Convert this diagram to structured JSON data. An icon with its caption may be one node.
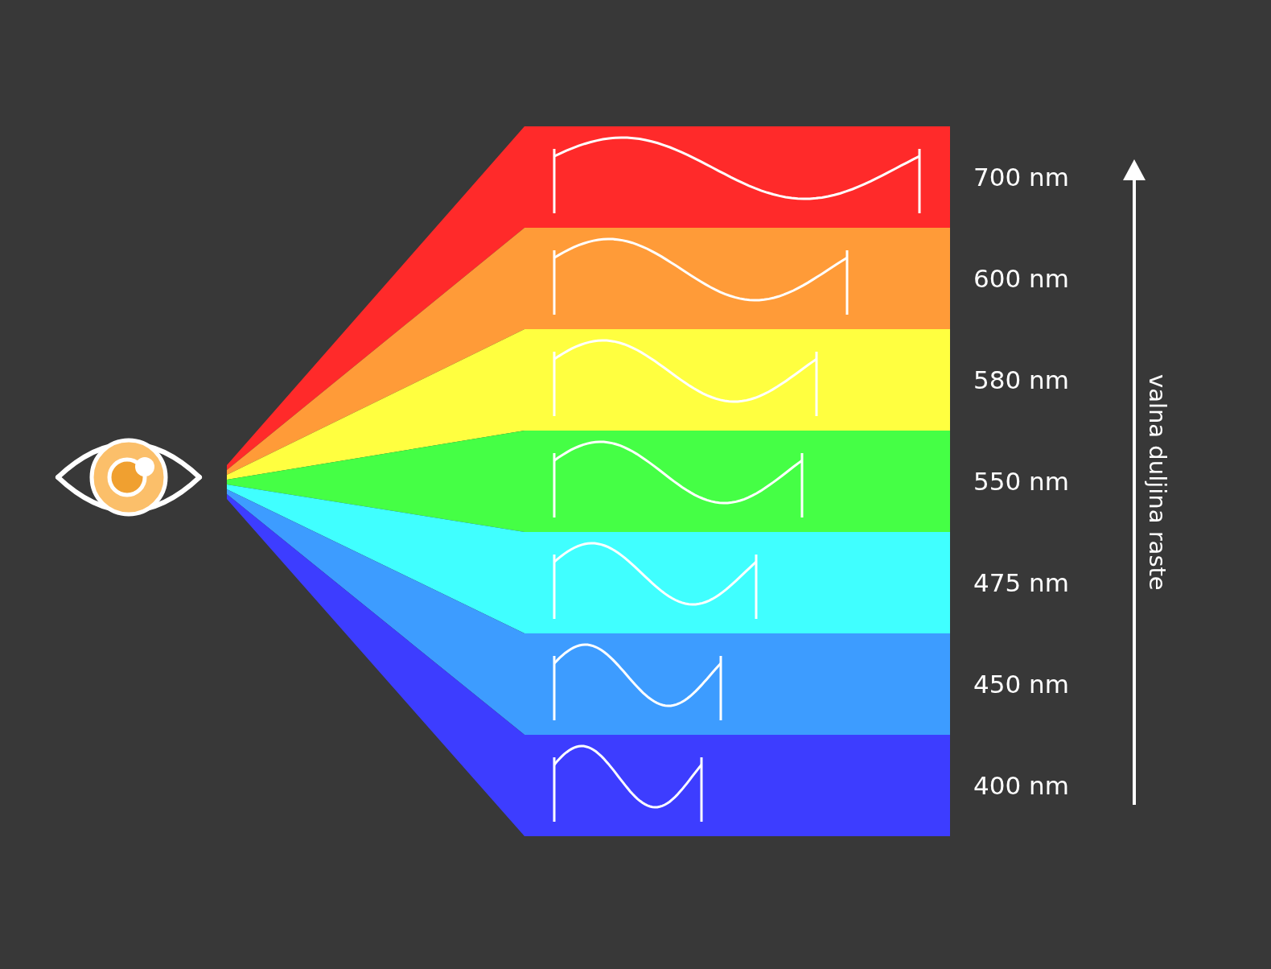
{
  "diagram": {
    "labels": [
      "700 nm",
      "600 nm",
      "580 nm",
      "550 nm",
      "475 nm",
      "450 nm",
      "400 nm",
      "valna duljina raste"
    ]
  }
}
